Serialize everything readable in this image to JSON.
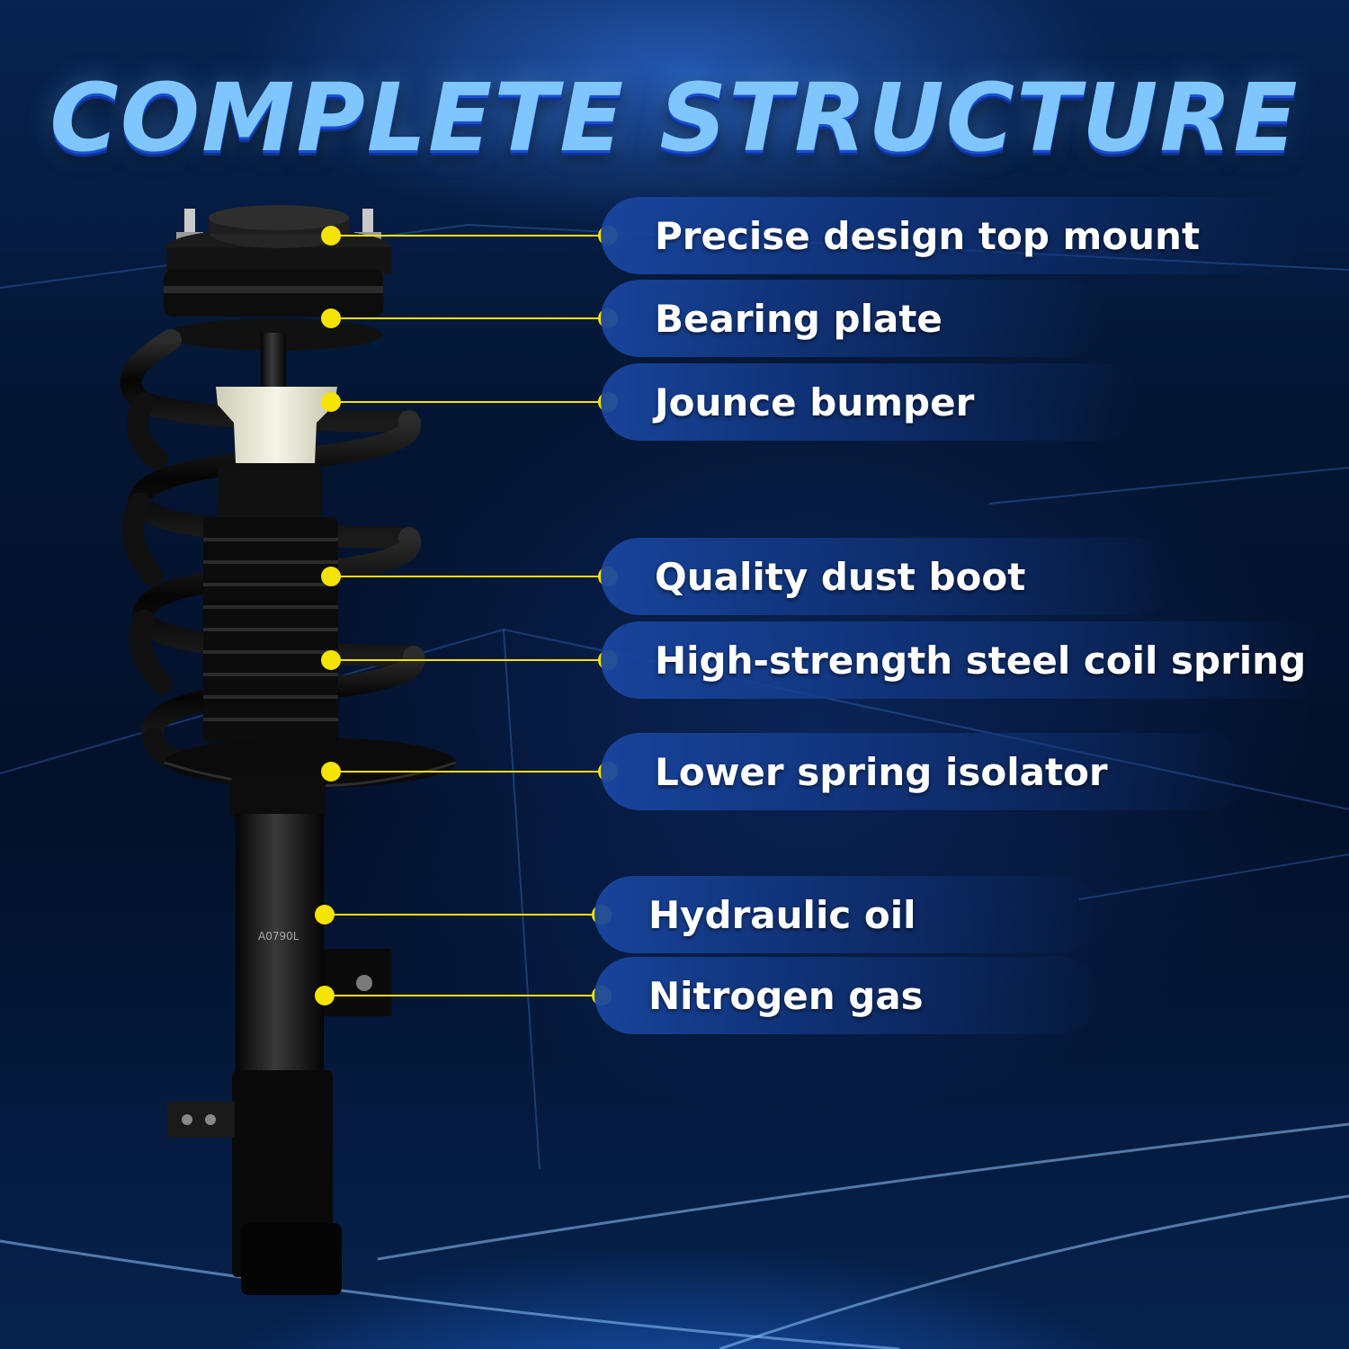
{
  "title": "COMPLETE STRUCTURE",
  "accent_color": "#f5e300",
  "part_marking": "A0790L",
  "callouts": [
    {
      "label": "Precise design top mount"
    },
    {
      "label": "Bearing plate"
    },
    {
      "label": "Jounce bumper"
    },
    {
      "label": "Quality dust boot"
    },
    {
      "label": "High-strength steel coil spring"
    },
    {
      "label": "Lower spring isolator"
    },
    {
      "label": "Hydraulic oil"
    },
    {
      "label": "Nitrogen gas"
    }
  ]
}
